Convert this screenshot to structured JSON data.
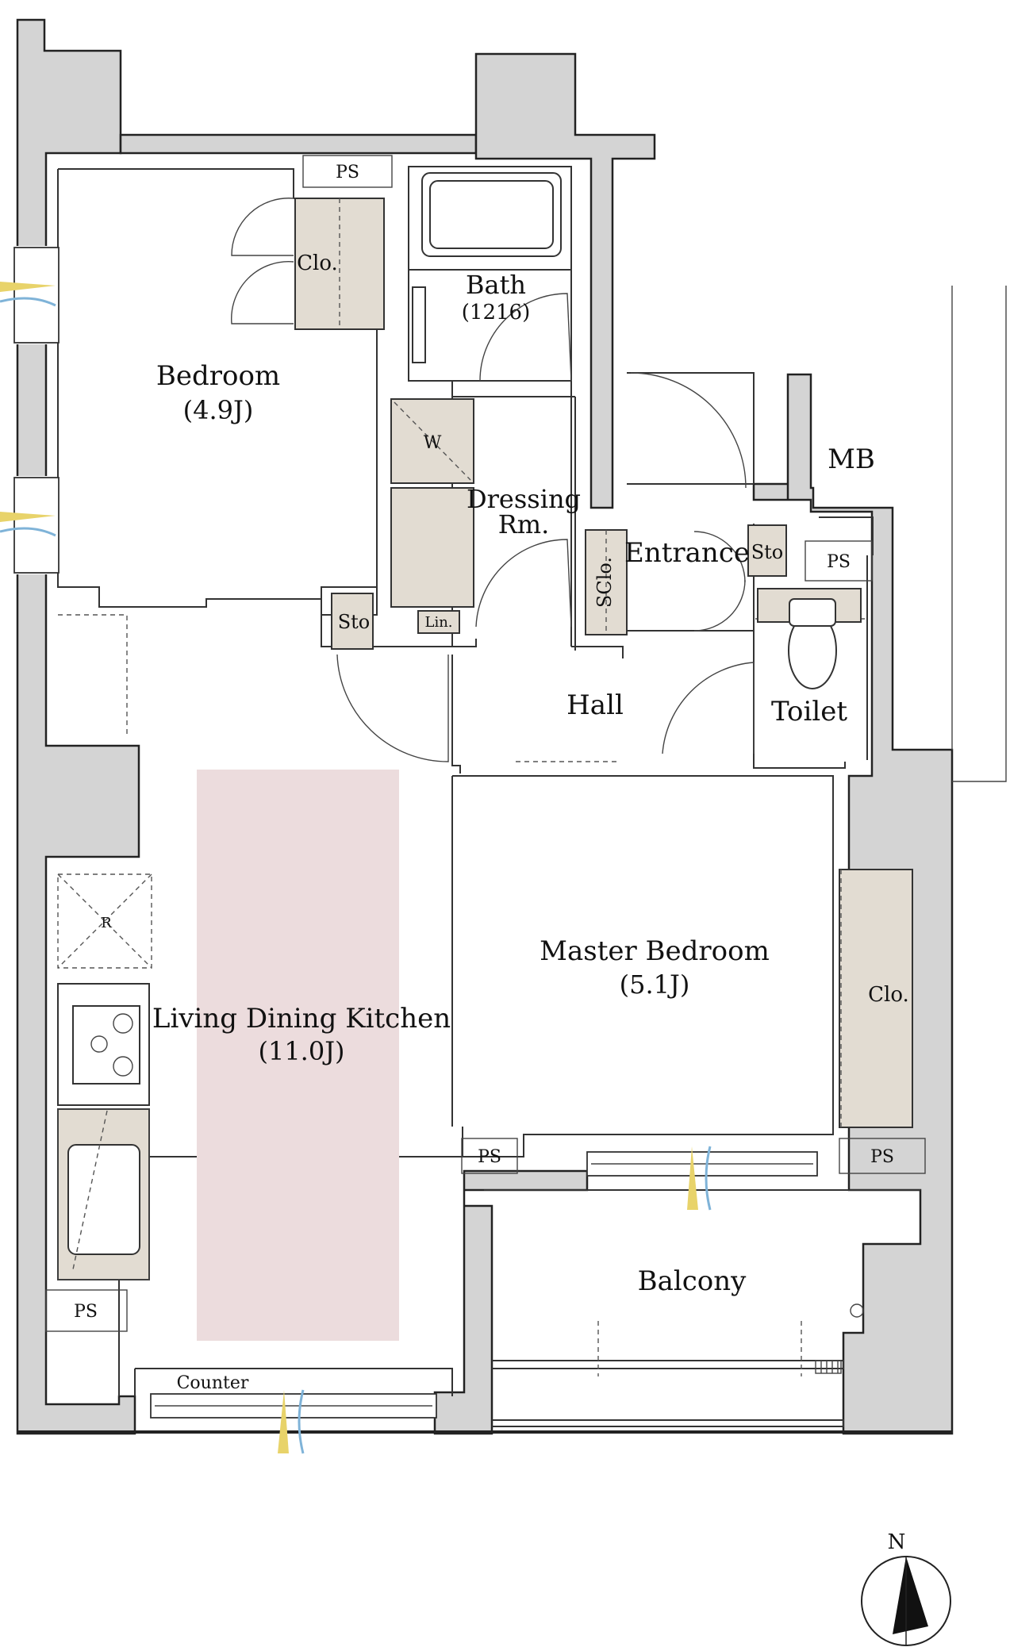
{
  "colors": {
    "wall": "#d4d4d4",
    "storage": "#e2dcd2",
    "ldk_highlight": "#ecdcdd",
    "breeze_yellow": "#e8d36a",
    "breeze_blue": "#7fb3d8",
    "line": "#222222"
  },
  "rooms": {
    "bedroom": {
      "name": "Bedroom",
      "size": "(4.9J)"
    },
    "bath": {
      "name": "Bath",
      "size": "(1216)"
    },
    "dressing": {
      "line1": "Dressing",
      "line2": "Rm."
    },
    "entrance": {
      "name": "Entrance"
    },
    "hall": {
      "name": "Hall"
    },
    "toilet": {
      "name": "Toilet"
    },
    "mb": {
      "name": "MB"
    },
    "ldk": {
      "name": "Living Dining Kitchen",
      "size": "(11.0J)"
    },
    "master": {
      "name": "Master Bedroom",
      "size": "(5.1J)"
    },
    "balcony": {
      "name": "Balcony"
    }
  },
  "storage": {
    "bedroom_closet": "Clo.",
    "washer": "W",
    "linen": "Lin.",
    "sto_hall": "Sto",
    "shoe_closet": "SClo.",
    "sto_entrance": "Sto",
    "master_closet": "Clo."
  },
  "ps": {
    "top": "PS",
    "toilet": "PS",
    "master_left": "PS",
    "master_right": "PS",
    "kitchen": "PS"
  },
  "fixtures": {
    "fridge": "R",
    "counter": "Counter"
  },
  "compass": {
    "north": "N"
  },
  "icons": [
    "compass-icon",
    "breeze-icon",
    "door-swing-icon",
    "stove-icon",
    "sink-icon",
    "bathtub-icon",
    "toilet-icon",
    "drain-icon"
  ]
}
